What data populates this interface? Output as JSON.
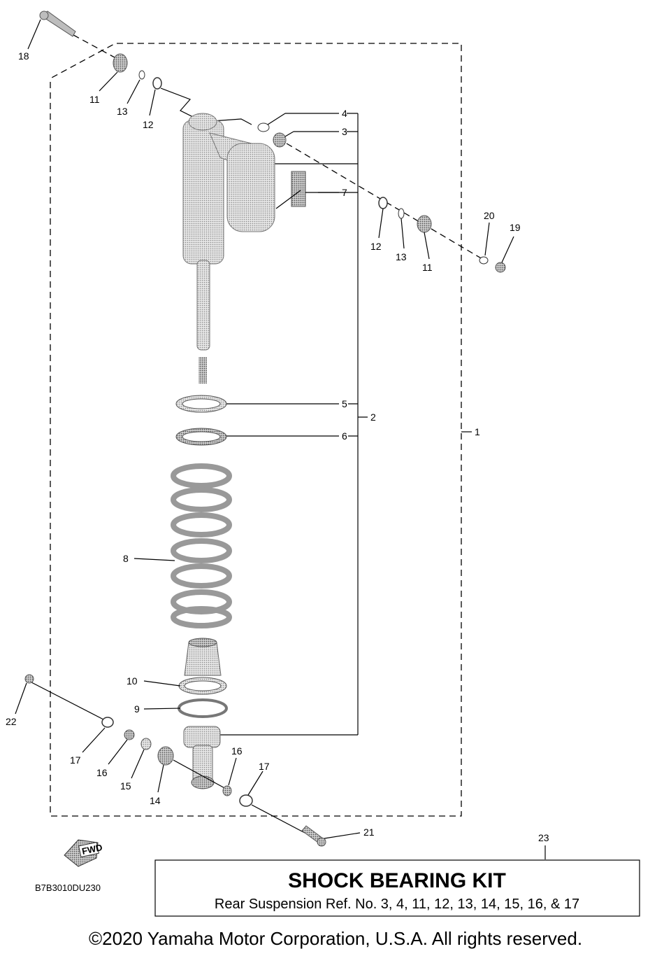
{
  "labels": {
    "l1": "1",
    "l2": "2",
    "l3": "3",
    "l4": "4",
    "l5": "5",
    "l6": "6",
    "l7": "7",
    "l8": "8",
    "l9": "9",
    "l10": "10",
    "l11a": "11",
    "l11b": "11",
    "l12a": "12",
    "l12b": "12",
    "l13a": "13",
    "l13b": "13",
    "l14": "14",
    "l15": "15",
    "l16a": "16",
    "l16b": "16",
    "l17a": "17",
    "l17b": "17",
    "l18": "18",
    "l19": "19",
    "l20": "20",
    "l21": "21",
    "l22": "22",
    "l23": "23"
  },
  "fwd_badge": "FWD",
  "diagram_code": "B7B3010DU230",
  "kit_box": {
    "title": "SHOCK BEARING KIT",
    "subtitle": "Rear Suspension Ref. No. 3, 4, 11, 12, 13, 14, 15, 16, & 17"
  },
  "copyright": "©2020 Yamaha Motor Corporation, U.S.A. All rights reserved."
}
